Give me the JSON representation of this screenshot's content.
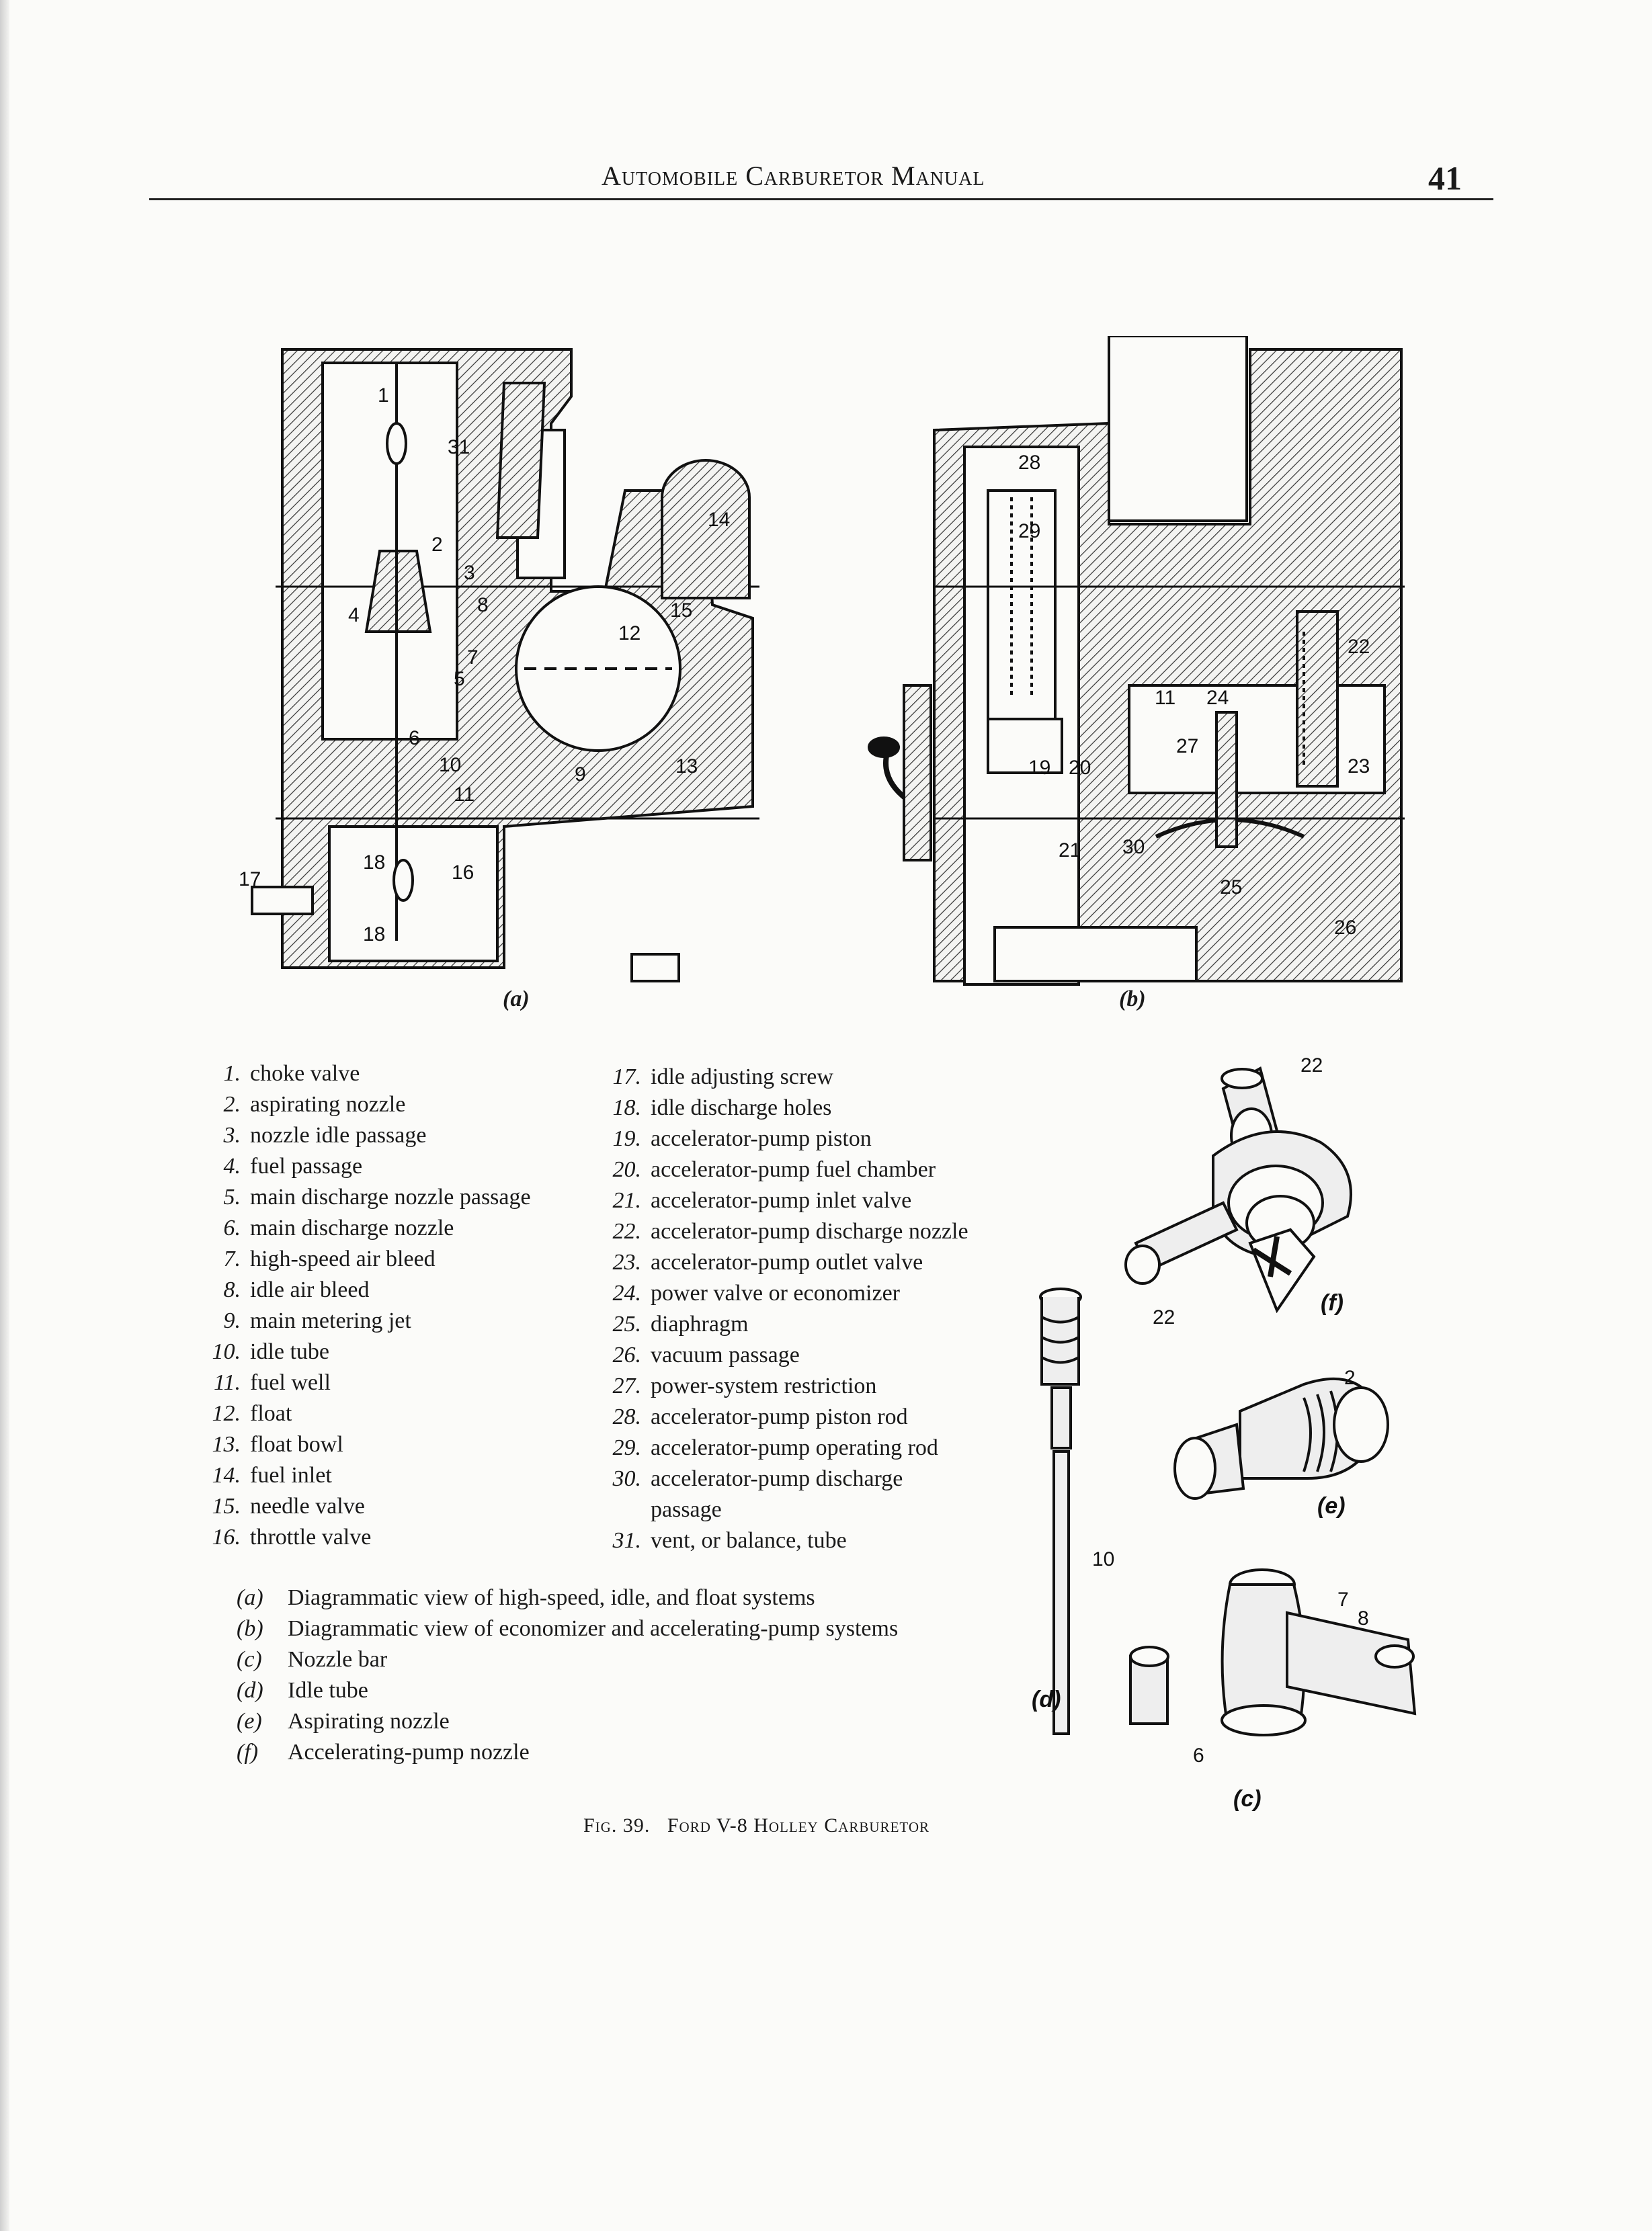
{
  "header": {
    "title": "Automobile Carburetor Manual",
    "page_number": "41"
  },
  "figure_a": {
    "sublabel": "(a)",
    "callouts": [
      "1",
      "31",
      "2",
      "3",
      "4",
      "8",
      "14",
      "15",
      "12",
      "5",
      "7",
      "6",
      "10",
      "11",
      "9",
      "13",
      "18",
      "16",
      "17",
      "18"
    ]
  },
  "figure_b": {
    "sublabel": "(b)",
    "callouts": [
      "28",
      "29",
      "22",
      "11",
      "24",
      "27",
      "19",
      "20",
      "23",
      "21",
      "30",
      "25",
      "26"
    ]
  },
  "legend_left": [
    {
      "num": "1.",
      "text": "choke valve"
    },
    {
      "num": "2.",
      "text": "aspirating nozzle"
    },
    {
      "num": "3.",
      "text": "nozzle idle passage"
    },
    {
      "num": "4.",
      "text": "fuel passage"
    },
    {
      "num": "5.",
      "text": "main discharge nozzle passage"
    },
    {
      "num": "6.",
      "text": "main discharge nozzle"
    },
    {
      "num": "7.",
      "text": "high-speed air bleed"
    },
    {
      "num": "8.",
      "text": "idle air bleed"
    },
    {
      "num": "9.",
      "text": "main metering jet"
    },
    {
      "num": "10.",
      "text": "idle tube"
    },
    {
      "num": "11.",
      "text": "fuel well"
    },
    {
      "num": "12.",
      "text": "float"
    },
    {
      "num": "13.",
      "text": "float bowl"
    },
    {
      "num": "14.",
      "text": "fuel inlet"
    },
    {
      "num": "15.",
      "text": "needle valve"
    },
    {
      "num": "16.",
      "text": "throttle valve"
    }
  ],
  "legend_right": [
    {
      "num": "17.",
      "text": "idle adjusting screw"
    },
    {
      "num": "18.",
      "text": "idle discharge holes"
    },
    {
      "num": "19.",
      "text": "accelerator-pump piston"
    },
    {
      "num": "20.",
      "text": "accelerator-pump fuel chamber"
    },
    {
      "num": "21.",
      "text": "accelerator-pump inlet valve"
    },
    {
      "num": "22.",
      "text": "accelerator-pump discharge nozzle"
    },
    {
      "num": "23.",
      "text": "accelerator-pump outlet valve"
    },
    {
      "num": "24.",
      "text": "power valve or economizer"
    },
    {
      "num": "25.",
      "text": "diaphragm"
    },
    {
      "num": "26.",
      "text": "vacuum passage"
    },
    {
      "num": "27.",
      "text": "power-system restriction"
    },
    {
      "num": "28.",
      "text": "accelerator-pump piston rod"
    },
    {
      "num": "29.",
      "text": "accelerator-pump operating rod"
    },
    {
      "num": "30.",
      "text": "accelerator-pump discharge"
    },
    {
      "num": "",
      "text": "passage"
    },
    {
      "num": "31.",
      "text": "vent, or balance, tube"
    }
  ],
  "captions": [
    {
      "key": "(a)",
      "text": "Diagrammatic view of high-speed, idle, and float systems"
    },
    {
      "key": "(b)",
      "text": "Diagrammatic view of economizer and accelerating-pump systems"
    },
    {
      "key": "(c)",
      "text": "Nozzle bar"
    },
    {
      "key": "(d)",
      "text": "Idle tube"
    },
    {
      "key": "(e)",
      "text": "Aspirating nozzle"
    },
    {
      "key": "(f)",
      "text": "Accelerating-pump nozzle"
    }
  ],
  "parts": {
    "f": {
      "sublabel": "(f)",
      "callouts": [
        "22",
        "22"
      ]
    },
    "e": {
      "sublabel": "(e)",
      "callouts": [
        "2"
      ]
    },
    "d": {
      "sublabel": "(d)",
      "callouts": [
        "10"
      ]
    },
    "c": {
      "sublabel": "(c)",
      "callouts": [
        "7",
        "8",
        "6"
      ]
    }
  },
  "fig_caption": {
    "number": "Fig. 39.",
    "title": "Ford V-8 Holley Carburetor"
  }
}
